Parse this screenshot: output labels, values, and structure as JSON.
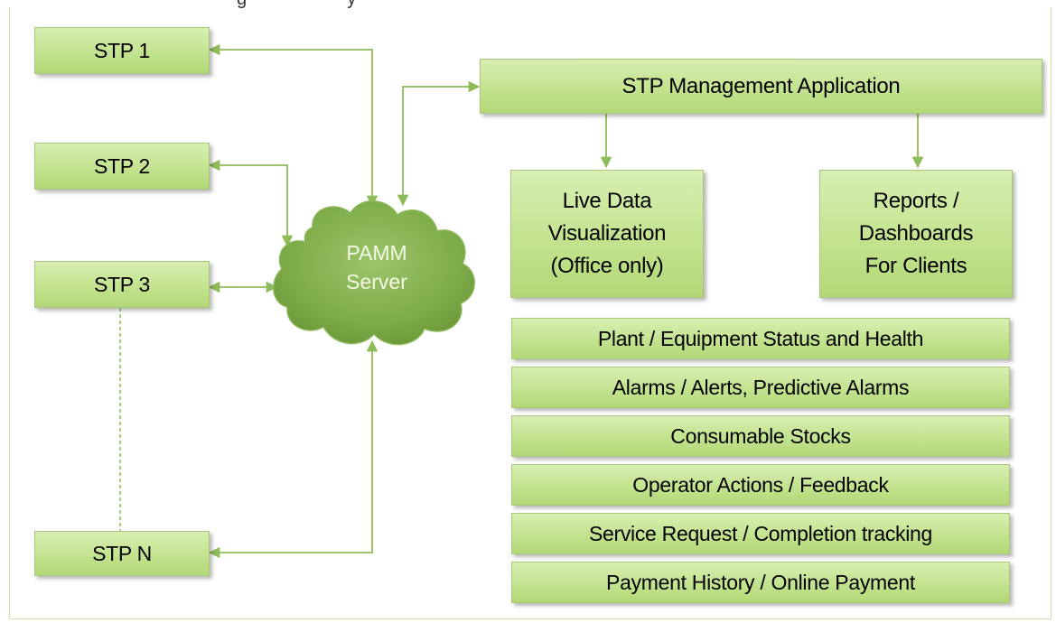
{
  "top_caption": "g                    y",
  "stations": [
    {
      "label": "STP 1"
    },
    {
      "label": "STP 2"
    },
    {
      "label": "STP 3"
    },
    {
      "label": "STP N"
    }
  ],
  "server": {
    "label": "PAMM\nServer"
  },
  "application": {
    "label": "STP Management Application"
  },
  "sub_apps": [
    {
      "label": "Live Data\nVisualization\n(Office only)"
    },
    {
      "label": "Reports /\nDashboards\nFor Clients"
    }
  ],
  "features": [
    {
      "label": "Plant / Equipment Status and Health"
    },
    {
      "label": "Alarms / Alerts, Predictive Alarms"
    },
    {
      "label": "Consumable Stocks"
    },
    {
      "label": "Operator Actions / Feedback"
    },
    {
      "label": "Service Request / Completion tracking"
    },
    {
      "label": "Payment History / Online Payment"
    }
  ],
  "colors": {
    "box_fill_top": "#d7efb2",
    "box_fill_bottom": "#b2d877",
    "box_border": "#a9c77c",
    "connector": "#8fbc5a",
    "cloud_fill": "#7da84b"
  }
}
